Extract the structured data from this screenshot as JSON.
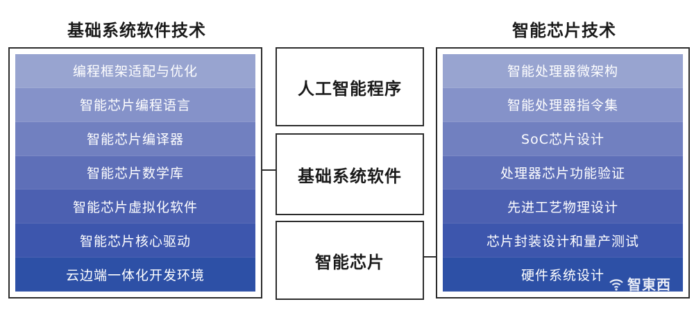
{
  "left": {
    "heading": "基础系统软件技术",
    "items": [
      {
        "label": "编程框架适配与优化"
      },
      {
        "label": "智能芯片编程语言"
      },
      {
        "label": "智能芯片编译器"
      },
      {
        "label": "智能芯片数学库"
      },
      {
        "label": "智能芯片虚拟化软件"
      },
      {
        "label": "智能芯片核心驱动"
      },
      {
        "label": "云边端一体化开发环境"
      }
    ]
  },
  "center": {
    "boxes": [
      {
        "label": "人工智能程序"
      },
      {
        "label": "基础系统软件"
      },
      {
        "label": "智能芯片"
      }
    ]
  },
  "right": {
    "heading": "智能芯片技术",
    "items": [
      {
        "label": "智能处理器微架构"
      },
      {
        "label": "智能处理器指令集"
      },
      {
        "label": "SoC芯片设计"
      },
      {
        "label": "处理器芯片功能验证"
      },
      {
        "label": "先进工艺物理设计"
      },
      {
        "label": "芯片封装设计和量产测试"
      },
      {
        "label": "硬件系统设计"
      }
    ]
  },
  "watermark": {
    "text": "智東西",
    "icon": "wifi-signal-icon"
  },
  "colors": {
    "bar_gradient": [
      "#98a4d0",
      "#8592c9",
      "#7180c0",
      "#5e6fb8",
      "#4c60b1",
      "#3d56ad",
      "#2d50a6"
    ],
    "border": "#2b2b2b"
  }
}
